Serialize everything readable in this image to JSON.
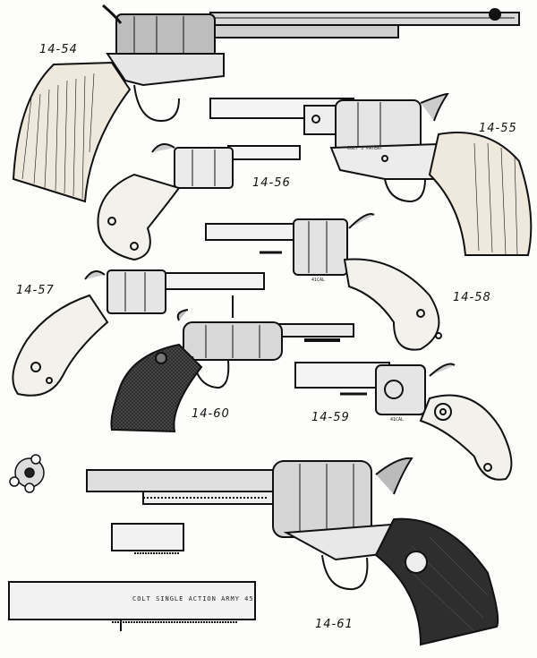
{
  "figures": [
    {
      "id": "14-54",
      "label": "14-54"
    },
    {
      "id": "14-55",
      "label": "14-55",
      "stamp": "COLT'S PATENT"
    },
    {
      "id": "14-56",
      "label": "14-56"
    },
    {
      "id": "14-57",
      "label": "14-57"
    },
    {
      "id": "14-58",
      "label": "14-58",
      "stamp": "41CAL"
    },
    {
      "id": "14-59",
      "label": "14-59",
      "stamp": "41CAL"
    },
    {
      "id": "14-60",
      "label": "14-60"
    },
    {
      "id": "14-61",
      "label": "14-61",
      "barrel_stamp": "COLT SINGLE ACTION ARMY 45"
    }
  ]
}
